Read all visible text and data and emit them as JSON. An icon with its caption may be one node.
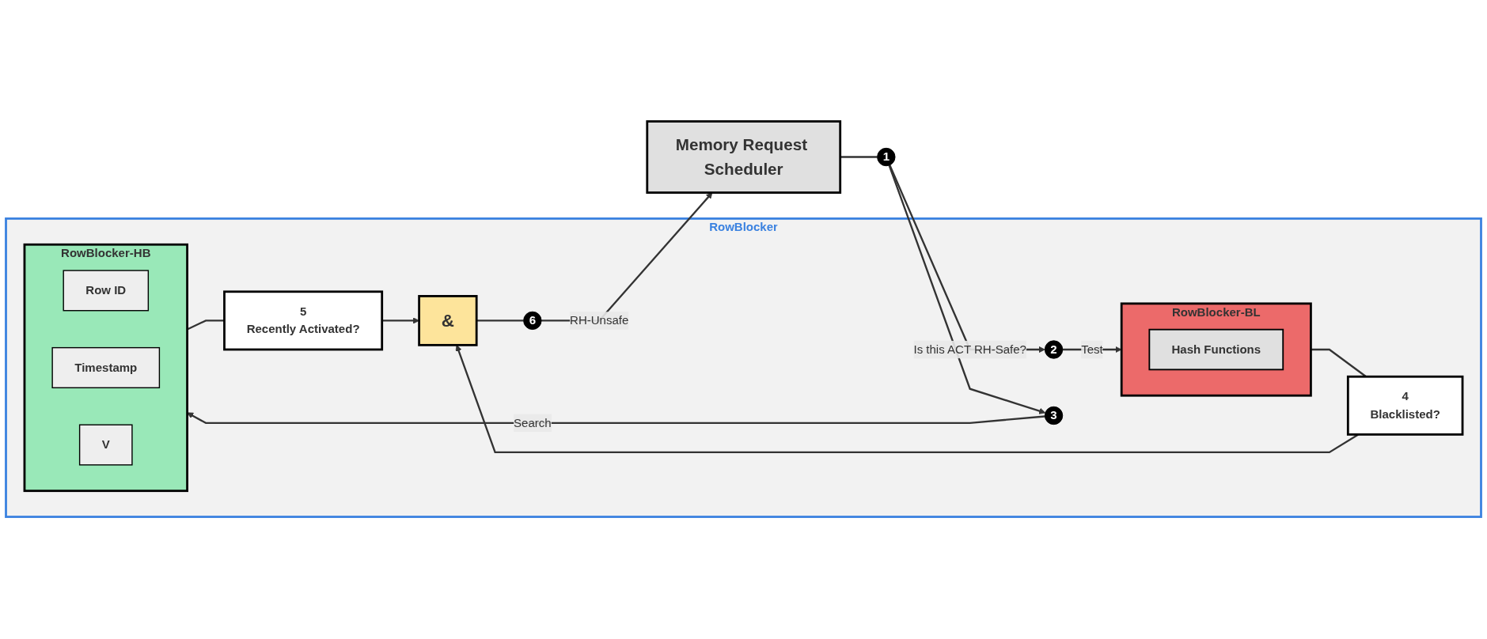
{
  "diagram": {
    "nodes": [
      {
        "text": [
          "Memory Request Scheduler"
        ]
      },
      {
        "text": [
          "RowBlocker"
        ]
      },
      {
        "text": [
          "1"
        ]
      },
      {
        "text": [
          "2"
        ],
        "in": 1
      },
      {
        "text": [
          "RowBlocker-BL"
        ],
        "in": 1
      },
      {
        "text": [
          "Hash Functions"
        ],
        "in": 4
      },
      {
        "text": [
          "3"
        ],
        "in": 1
      },
      {
        "text": [
          "RowBlocker-HB"
        ],
        "in": 1
      },
      {
        "text": [
          "Row ID"
        ],
        "in": 7
      },
      {
        "text": [
          "Timestamp"
        ],
        "in": 7
      },
      {
        "text": [
          "V"
        ],
        "in": 7
      },
      {
        "text": [
          "4",
          "Blacklisted?"
        ],
        "in": 1
      },
      {
        "text": [
          "&"
        ],
        "in": 1
      },
      {
        "text": [
          "5",
          "Recently Activated?"
        ],
        "in": 1
      },
      {
        "text": [
          "6"
        ],
        "in": 1
      }
    ],
    "edges": [
      {
        "from": 0,
        "to": 2,
        "arrow": "none"
      },
      {
        "from": 2,
        "to": 3,
        "label": "Is this ACT RH-Safe?",
        "arrow": "to"
      },
      {
        "from": 2,
        "to": 6,
        "arrow": "to"
      },
      {
        "from": 3,
        "to": 4,
        "label": "Test",
        "arrow": "to"
      },
      {
        "from": 6,
        "to": 7,
        "label": "Search",
        "arrow": "to"
      },
      {
        "from": 4,
        "to": 11,
        "arrow": "none"
      },
      {
        "from": 11,
        "to": 12,
        "arrow": "to"
      },
      {
        "from": 7,
        "to": 13,
        "arrow": "none"
      },
      {
        "from": 13,
        "to": 12,
        "arrow": "to"
      },
      {
        "from": 12,
        "to": 14,
        "arrow": "none"
      },
      {
        "from": 14,
        "to": 0,
        "label": "RH-Unsafe",
        "arrow": "to"
      }
    ]
  }
}
